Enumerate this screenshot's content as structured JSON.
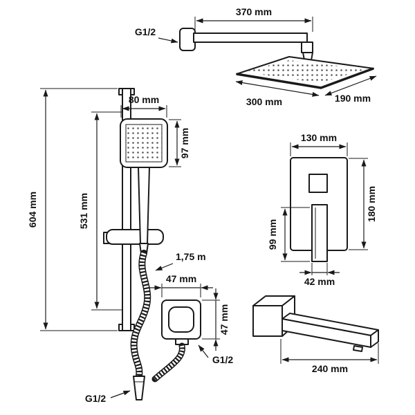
{
  "meta": {
    "background": "#ffffff",
    "line_color": "#1a1a1a"
  },
  "labels": {
    "arm_thread": "G1/2",
    "arm_length": "370 mm",
    "head_width": "300 mm",
    "head_depth": "190 mm",
    "handshower_width": "80 mm",
    "handshower_height": "97 mm",
    "bar_length": "531 mm",
    "total_height": "604 mm",
    "hose_length": "1,75 m",
    "hose_thread": "G1/2",
    "mixer_width": "130 mm",
    "mixer_height": "180 mm",
    "lever_length": "99 mm",
    "lever_width": "42 mm",
    "outlet_width": "47 mm",
    "outlet_height": "47 mm",
    "outlet_thread": "G1/2",
    "spout_length": "240 mm"
  }
}
